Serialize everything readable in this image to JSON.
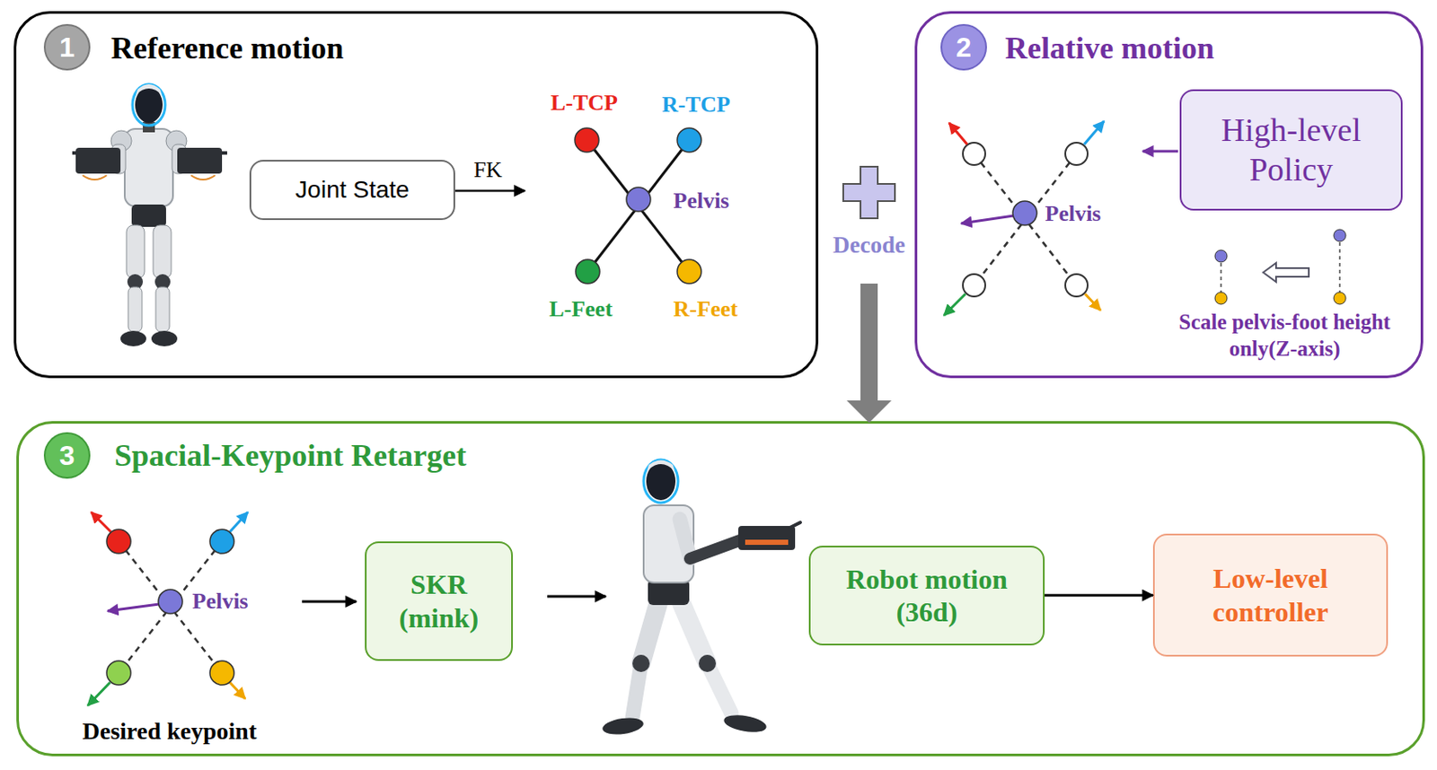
{
  "diagram": {
    "nodes": [
      {
        "text": [
          "Reference motion"
        ]
      },
      {
        "text": [
          "Joint State"
        ],
        "in": 0
      },
      {
        "text": [
          "Relative motion"
        ]
      },
      {
        "text": [
          "High-level Policy"
        ],
        "in": 2
      },
      {
        "text": [
          "Spacial-Keypoint Retarget"
        ]
      },
      {
        "text": [
          "SKR (mink)"
        ],
        "in": 4
      },
      {
        "text": [
          "Robot motion (36d)"
        ],
        "in": 4
      },
      {
        "text": [
          "Low-level controller"
        ],
        "in": 4
      }
    ],
    "edges": [
      {
        "from": 6,
        "to": 7,
        "arrow": "to"
      }
    ],
    "labels": [
      "1",
      "L-TCP",
      "R-TCP",
      "FK",
      "Pelvis",
      "L-Feet",
      "R-Feet",
      "Decode",
      "2",
      "Pelvis",
      "Scale pelvis-foot height only(Z-axis)",
      "3",
      "Pelvis",
      "Desired keypoint"
    ]
  }
}
